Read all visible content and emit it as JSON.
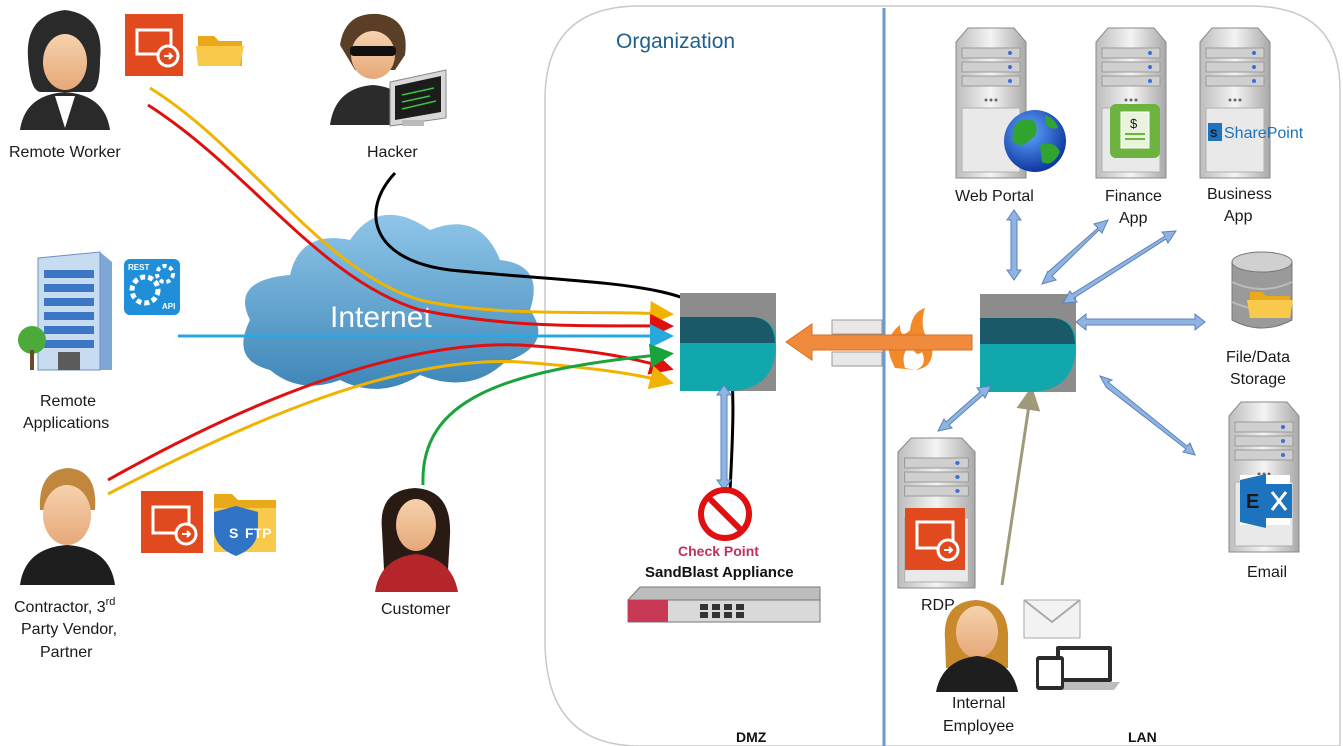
{
  "labels": {
    "remote_worker": "Remote Worker",
    "hacker": "Hacker",
    "remote_applications": [
      "Remote",
      "Applications"
    ],
    "contractor": [
      "Contractor, 3",
      "rd",
      "Party Vendor,",
      "Partner"
    ],
    "customer": "Customer",
    "internet": "Internet",
    "organization": "Organization",
    "dmz": "DMZ",
    "lan": "LAN",
    "check_point": "Check Point",
    "sandblast": "SandBlast Appliance",
    "web_portal": "Web Portal",
    "finance_app": [
      "Finance",
      "App"
    ],
    "business_app": [
      "Business",
      "App"
    ],
    "sharepoint": "SharePoint",
    "file_data_storage": [
      "File/Data",
      "Storage"
    ],
    "email": "Email",
    "rdp": "RDP",
    "internal_employee": [
      "Internal",
      "Employee"
    ],
    "sftp": "FTP",
    "sftp_s": "S",
    "api_rest": "REST",
    "api": "API",
    "dollar": "$"
  },
  "colors": {
    "remote_worker_lines": [
      "#f0b400",
      "#e01010"
    ],
    "remote_app_line": "#29a8e0",
    "contractor_lines": [
      "#e01010",
      "#f0b400"
    ],
    "customer_line": "#1aa33a",
    "hacker_line": "#000000",
    "firewall_arrow": "#f08a3c",
    "lan_arrows": "#8fb4e3",
    "internal_line": "#a09a7a",
    "gateway_teal": "#12a7ad",
    "gateway_dark": "#1a5a68",
    "gateway_grey": "#8c8c8c",
    "divider": "#6b9ad2"
  },
  "icons": [
    "person-icon",
    "remote-desktop-icon",
    "folder-icon",
    "hacker-icon",
    "building-icon",
    "api-gears-icon",
    "sftp-icon",
    "cloud-icon",
    "gateway-icon",
    "block-icon",
    "appliance-icon",
    "server-icon",
    "globe-icon",
    "finance-doc-icon",
    "database-icon",
    "exchange-icon",
    "envelope-icon",
    "devices-icon",
    "firewall-icon"
  ]
}
